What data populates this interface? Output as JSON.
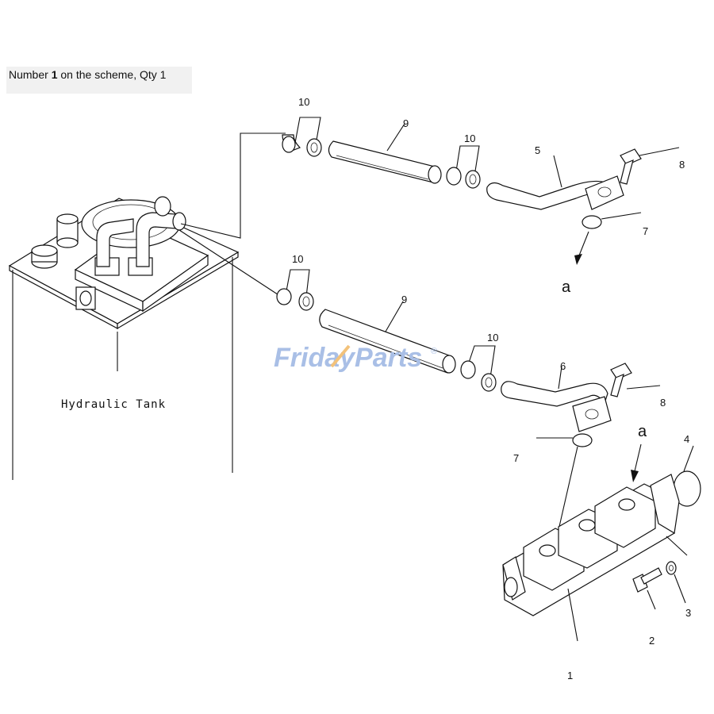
{
  "caption": {
    "prefix": "Number ",
    "number": "1",
    "suffix": " on the scheme, Qty 1"
  },
  "watermark": {
    "part1": "Friday",
    "part2": "Parts",
    "mark": "®",
    "color1": "#a9bfe6",
    "color2": "#f3c27a"
  },
  "tank_label": "Hydraulic Tank",
  "callouts": {
    "c10_top_left": "10",
    "c9_top": "9",
    "c10_top_right": "10",
    "c5": "5",
    "c8_top": "8",
    "c7_top": "7",
    "a_top": "a",
    "c10_mid_left": "10",
    "c9_mid": "9",
    "c10_mid_right": "10",
    "c6": "6",
    "c8_mid": "8",
    "a_low": "a",
    "c7_low": "7",
    "c4": "4",
    "c3": "3",
    "c2": "2",
    "c1": "1"
  }
}
